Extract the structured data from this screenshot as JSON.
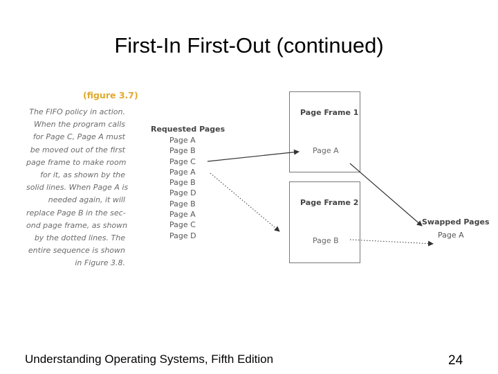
{
  "title": "First-In First-Out (continued)",
  "figure": {
    "label": "(figure 3.7)",
    "caption_lines": [
      "The FIFO policy in action.",
      "When the program calls",
      "for Page C, Page A must",
      "be moved out of the first",
      "page frame to make room",
      "for it, as shown by the",
      "solid lines. When Page A is",
      "needed again, it will",
      "replace Page B in the sec-",
      "ond page frame, as shown",
      "by the dotted lines. The",
      "entire sequence is shown",
      "in Figure 3.8."
    ]
  },
  "diagram": {
    "requested_heading": "Requested Pages",
    "requested_pages": [
      "Page A",
      "Page B",
      "Page C",
      "Page A",
      "Page B",
      "Page D",
      "Page B",
      "Page A",
      "Page C",
      "Page D"
    ],
    "frame1": {
      "title": "Page Frame 1",
      "content": "Page A"
    },
    "frame2": {
      "title": "Page Frame 2",
      "content": "Page B"
    },
    "swapped_heading": "Swapped Pages",
    "swapped_item": "Page A"
  },
  "footer": {
    "text": "Understanding Operating Systems, Fifth Edition",
    "page_number": "24"
  }
}
